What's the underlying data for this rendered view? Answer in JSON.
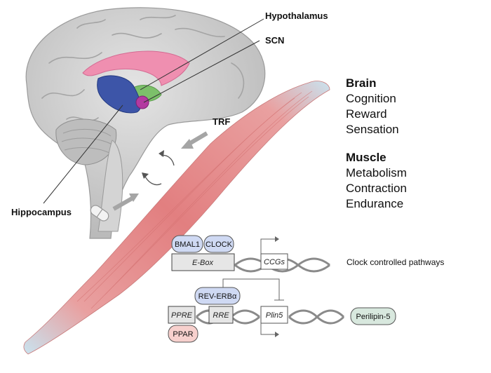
{
  "labels": {
    "hypothalamus": "Hypothalamus",
    "scn": "SCN",
    "hippocampus": "Hippocampus",
    "trf": "TRF"
  },
  "brain_section": {
    "title": "Brain",
    "items": [
      "Cognition",
      "Reward",
      "Sensation"
    ]
  },
  "muscle_section": {
    "title": "Muscle",
    "items": [
      "Metabolism",
      "Contraction",
      "Endurance"
    ]
  },
  "gene_regulation": {
    "bmal1": "BMAL1",
    "clock": "CLOCK",
    "ebox": "E-Box",
    "ccgs": "CCGs",
    "ccg_output": "Clock controlled pathways",
    "rev_erb": "REV-ERBα",
    "ppre": "PPRE",
    "rre": "RRE",
    "plin5": "Plin5",
    "ppar": "PPAR",
    "plin5_output": "Perilipin-5"
  },
  "colors": {
    "muscle": "#e98a8a",
    "tendon": "#c9e3ef",
    "brain": "#c9c9c9",
    "corpus_callosum": "#ef8fb0",
    "hippocampus": "#3d55a8",
    "scn": "#b33aa0",
    "hypothalamus": "#7cc06a",
    "bmal_clock_fill": "#cfd9f3",
    "ppar_fill": "#f7d0cd",
    "perilipin_fill": "#d8e8de"
  }
}
